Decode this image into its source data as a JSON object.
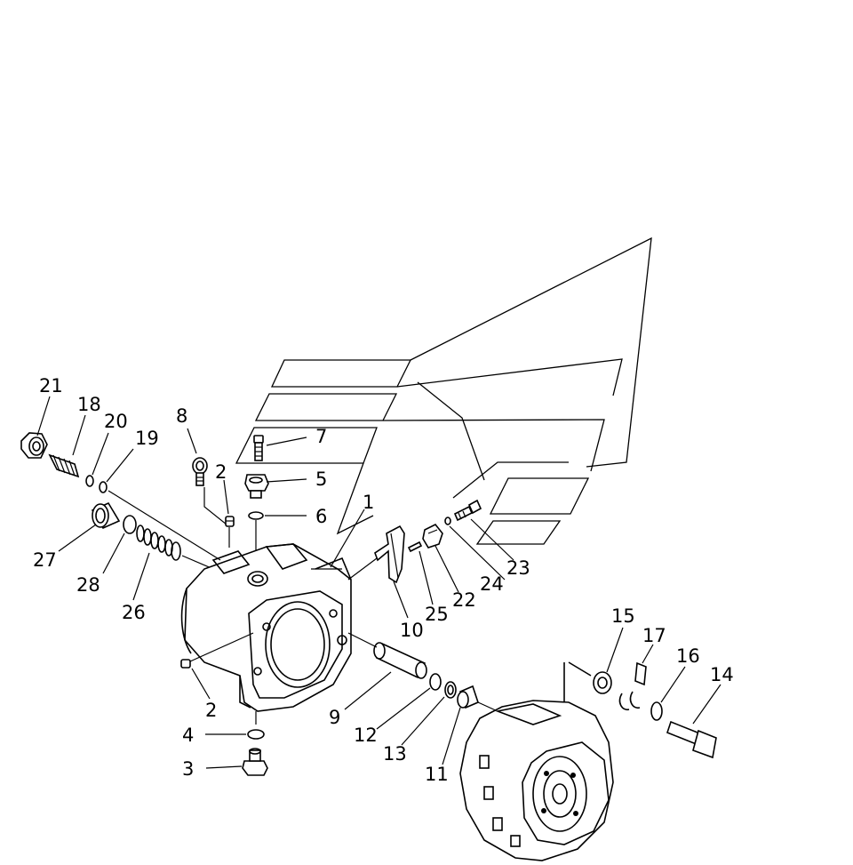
{
  "callouts": [
    {
      "label": "1"
    },
    {
      "label": "2"
    },
    {
      "label": "2"
    },
    {
      "label": "3"
    },
    {
      "label": "4"
    },
    {
      "label": "5"
    },
    {
      "label": "6"
    },
    {
      "label": "7"
    },
    {
      "label": "8"
    },
    {
      "label": "9"
    },
    {
      "label": "10"
    },
    {
      "label": "11"
    },
    {
      "label": "12"
    },
    {
      "label": "13"
    },
    {
      "label": "14"
    },
    {
      "label": "15"
    },
    {
      "label": "16"
    },
    {
      "label": "17"
    },
    {
      "label": "18"
    },
    {
      "label": "19"
    },
    {
      "label": "20"
    },
    {
      "label": "21"
    },
    {
      "label": "22"
    },
    {
      "label": "23"
    },
    {
      "label": "24"
    },
    {
      "label": "25"
    },
    {
      "label": "26"
    },
    {
      "label": "27"
    },
    {
      "label": "28"
    }
  ],
  "colors": {
    "line": "#000000",
    "background": "#ffffff"
  }
}
